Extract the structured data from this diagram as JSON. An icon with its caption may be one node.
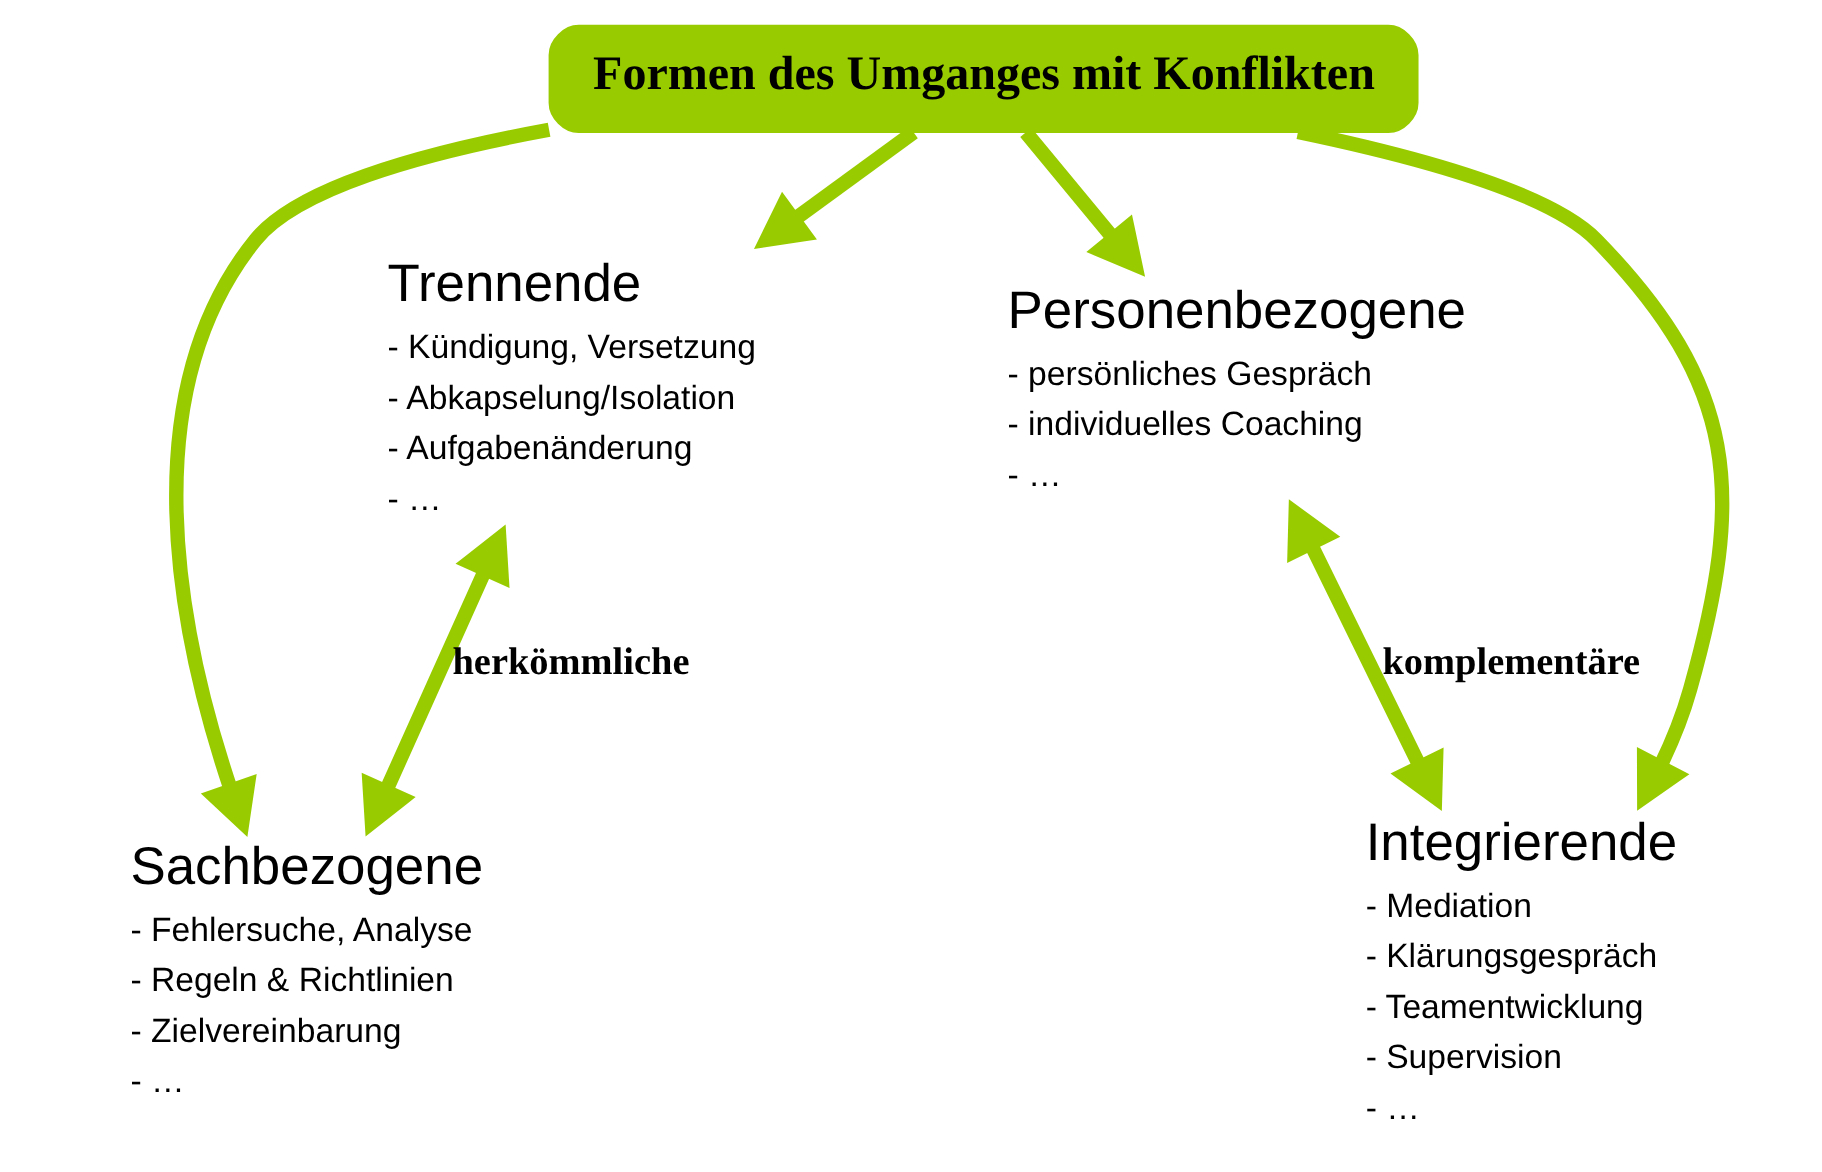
{
  "diagram": {
    "nodes": [
      {
        "text": [
          "Trennende",
          "- Kündigung, Versetzung",
          "- Abkapselung/Isolation",
          "- Aufgabenänderung",
          "- …"
        ]
      },
      {
        "text": [
          "Personenbezogene",
          "- persönliches Gespräch",
          "- individuelles Coaching",
          "- …"
        ]
      },
      {
        "text": [
          "Formen des Umganges mit Konflikten"
        ]
      },
      {
        "text": [
          "Sachbezogene",
          "- Fehlersuche, Analyse",
          "- Regeln & Richtlinien",
          "- Zielvereinbarung",
          "- …"
        ]
      },
      {
        "text": [
          "Integrierende",
          "- Mediation",
          "- Klärungsgespräch",
          "- Teamentwicklung",
          "- Supervision",
          "- …"
        ]
      }
    ],
    "edges": [
      {
        "from": 0,
        "to": 3,
        "arrow": "both",
        "label": "herkömmliche"
      },
      {
        "from": 1,
        "to": 4,
        "arrow": "both",
        "label": "komplementäre"
      },
      {
        "from": 2,
        "to": 0,
        "arrow": "to"
      },
      {
        "from": 2,
        "to": 1,
        "arrow": "to"
      },
      {
        "from": 2,
        "to": 3,
        "arrow": "to"
      },
      {
        "from": 2,
        "to": 4,
        "arrow": "to"
      }
    ]
  }
}
